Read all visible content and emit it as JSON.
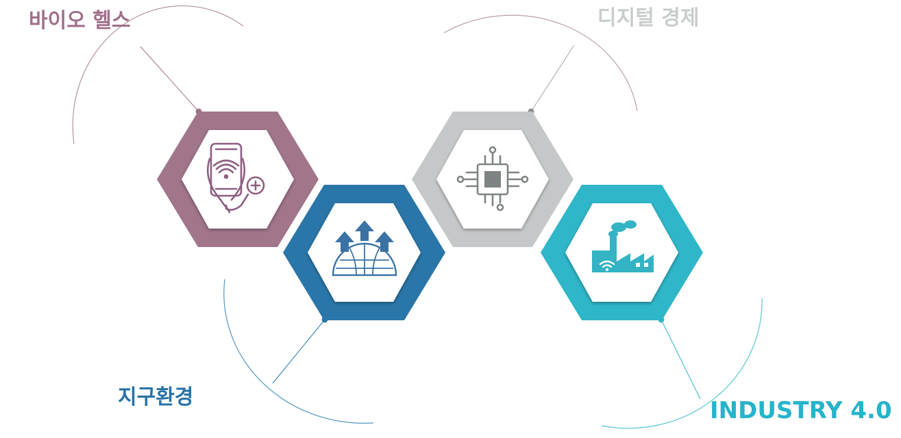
{
  "segments": [
    {
      "key": "bio",
      "label": "바이오 헬스",
      "color": "#a1758a",
      "icon": "smartphone-stethoscope-icon"
    },
    {
      "key": "earth",
      "label": "지구환경",
      "color": "#2a76a8",
      "icon": "globe-dome-arrows-icon"
    },
    {
      "key": "dig",
      "label": "디지털 경제",
      "color": "#c5c8c9",
      "icon": "microchip-icon"
    },
    {
      "key": "ind",
      "label": "INDUSTRY 4.0",
      "color": "#2fb6c8",
      "icon": "smart-factory-wifi-icon"
    }
  ],
  "colors": {
    "icon_bio": "#8d5e80",
    "icon_earth": "#3a72a4",
    "icon_dig": "#7f8384",
    "icon_ind": "#34b3c4",
    "label_dig": "#c9cccd",
    "label_earth": "#2672a8",
    "label_ind": "#25b4cb",
    "label_bio": "#a0708a"
  }
}
